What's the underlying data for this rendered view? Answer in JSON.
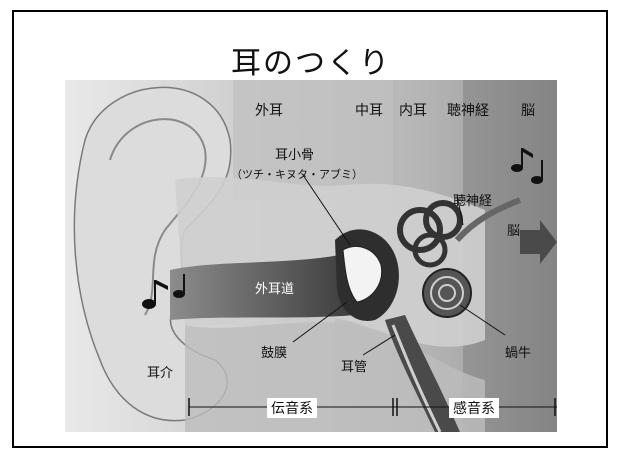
{
  "title": "耳のつくり",
  "sections": {
    "outer": "外耳",
    "middle": "中耳",
    "inner": "内耳",
    "nerve": "聴神経",
    "brain": "脳"
  },
  "labels": {
    "ossicles": "耳小骨",
    "ossicles_detail": "（ツチ・キヌタ・アブミ）",
    "auditory_nerve": "聴神経",
    "brain": "脳",
    "ear_canal": "外耳道",
    "eardrum": "鼓膜",
    "eustachian_tube": "耳管",
    "cochlea": "蝸牛",
    "auricle": "耳介"
  },
  "systems": {
    "conduction": "伝音系",
    "perception": "感音系"
  },
  "icons": [
    "music-notes-icon",
    "arrow-right-icon"
  ]
}
